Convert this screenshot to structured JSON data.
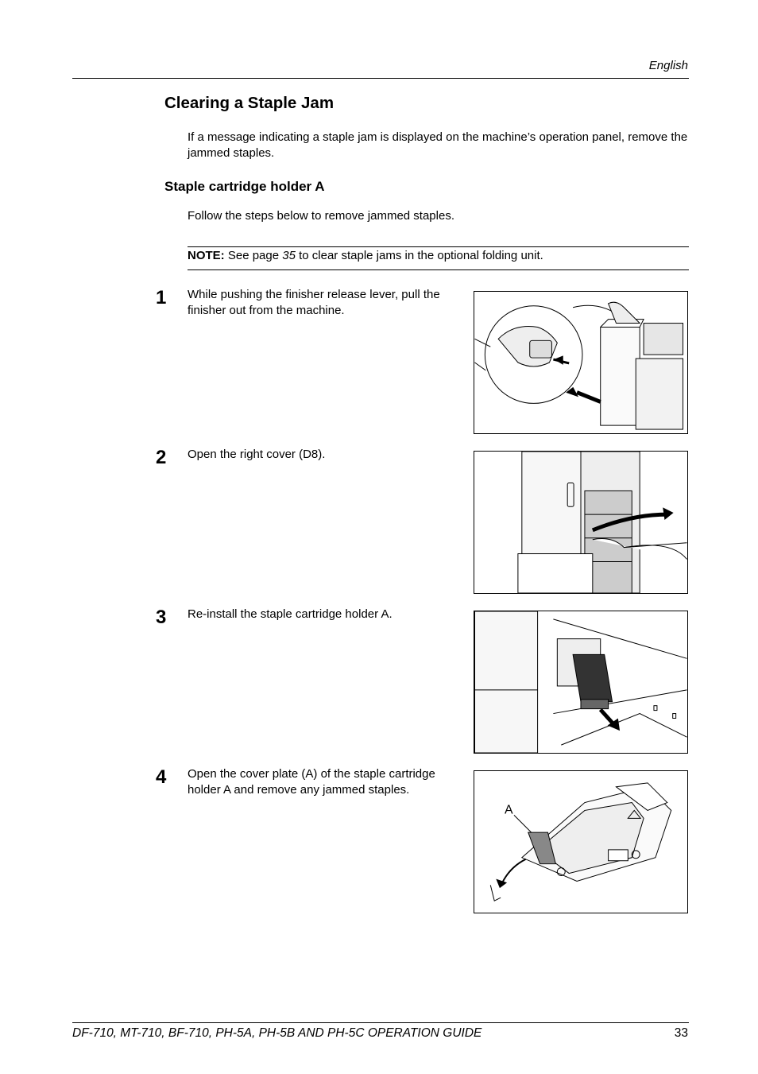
{
  "header": {
    "language": "English"
  },
  "title": "Clearing a Staple Jam",
  "intro": "If a message indicating a staple jam is displayed on the machine’s operation panel, remove the jammed staples.",
  "section": {
    "title": "Staple cartridge holder A",
    "text": "Follow the steps below to remove jammed staples."
  },
  "note": {
    "label": "NOTE:",
    "before": "See page",
    "page": "35",
    "after": "to clear staple jams in the optional folding unit."
  },
  "steps": [
    {
      "number": "1",
      "text": "While pushing the finisher release lever, pull the finisher out from the machine."
    },
    {
      "number": "2",
      "text": "Open the right cover (D8)."
    },
    {
      "number": "3",
      "text": "Re-install the staple cartridge holder A."
    },
    {
      "number": "4",
      "text": "Open the cover plate (A) of the staple cartridge holder A and remove any jammed staples."
    }
  ],
  "figure4": {
    "callout": "A"
  },
  "footer": {
    "guide": "DF-710, MT-710, BF-710, PH-5A, PH-5B AND PH-5C OPERATION GUIDE",
    "page_number": "33"
  }
}
